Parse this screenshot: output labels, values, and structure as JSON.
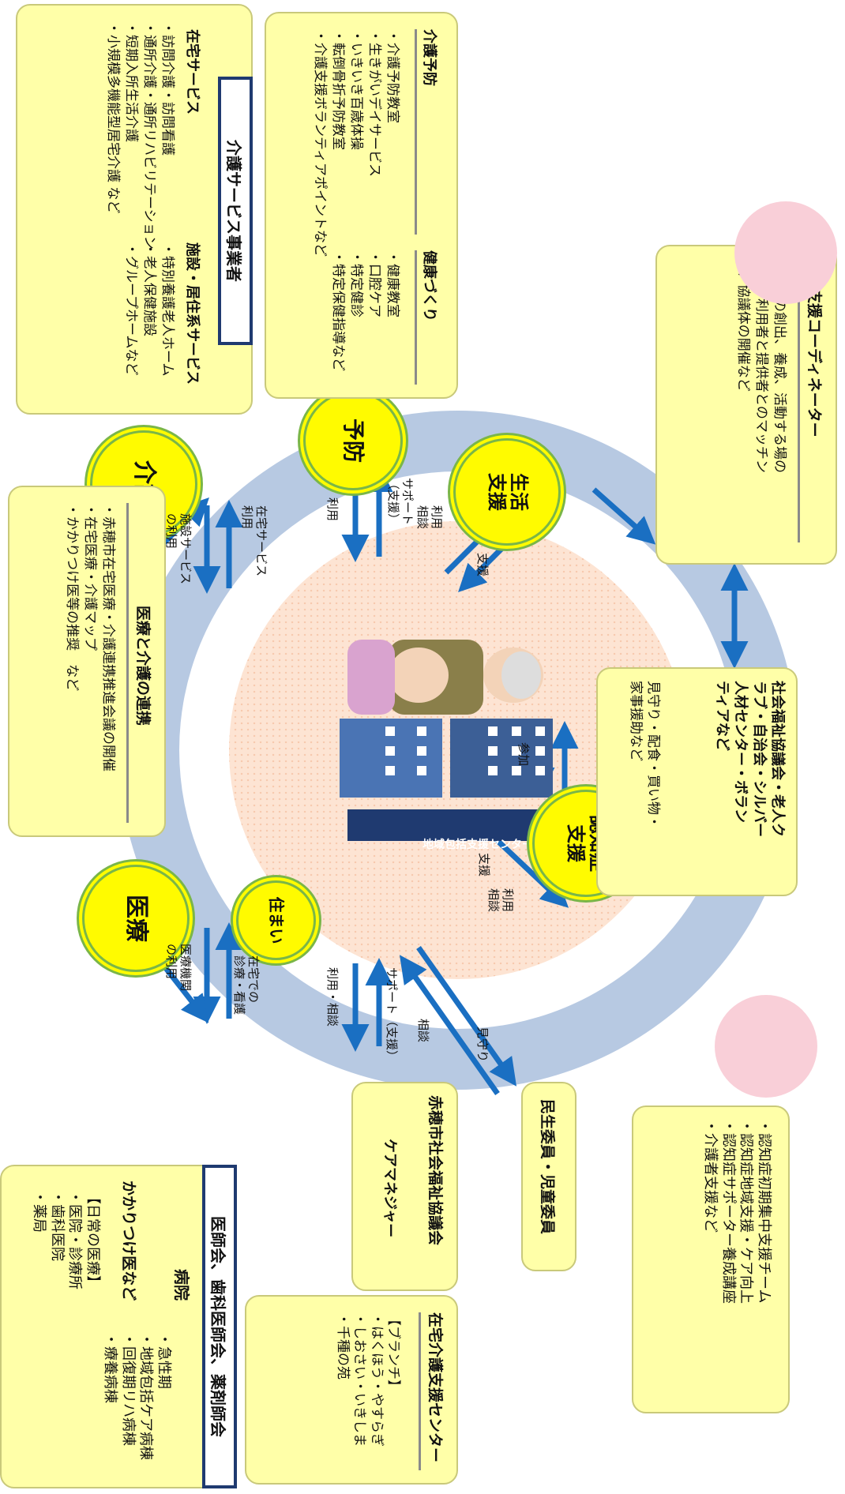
{
  "medical": {
    "title": "医師会、歯科医師会、薬剤師会",
    "hospital_heading": "病院",
    "hospital_items": [
      "・急性期",
      "・地域包括ケア病棟",
      "・回復期リハ病棟",
      "・療養病棟"
    ],
    "family_heading": "かかりつけ医など",
    "family_items": [
      "【日常の医療】",
      "・医院・診療所",
      "・歯科医院",
      "・薬局"
    ]
  },
  "home_support": {
    "title": "在宅介護支援センター",
    "items": [
      "【ブランチ】",
      "・はくほう・やすらぎ",
      "・しおさい・いきしま",
      "・千種の苑"
    ]
  },
  "shakyo": {
    "title": "赤穂市社会福祉協議会",
    "care_manager": "ケアマネジャー"
  },
  "minsei": {
    "title": "民生委員・児童委員"
  },
  "dementia_box": {
    "items": [
      "・認知症初期集中支援チーム",
      "・認知症地域支援・ケア向上",
      "・認知症サポーター養成講座",
      "・介護者支援など"
    ]
  },
  "social_box": {
    "title_lines": [
      "社会福祉協議会・老人ク",
      "ラブ・自治会・シルバー",
      "人材センター・ボラン",
      "ティアなど"
    ],
    "items": [
      "見守り・配食・買い物・",
      "家事援助など"
    ]
  },
  "coordinator": {
    "title": "生活支援コーディネーター",
    "items": [
      "担い手の創出、養成、活動する場の",
      "確保や利用者と提供者とのマッチン",
      "グ、協議体の開催など"
    ]
  },
  "renkei": {
    "title": "医療と介護の連携",
    "items": [
      "・赤穂市在宅医療・介護連携推進会議の開催",
      "・在宅医療・介護マップ",
      "・かかりつけ医等の推奨　など"
    ]
  },
  "kaigo_service": {
    "title": "介護サービス事業者",
    "facility_heading": "施設・居住系サービス",
    "facility_items": [
      "・特別養護老人ホーム",
      "・老人保健施設",
      "・グループホームなど"
    ],
    "home_heading": "在宅サービス",
    "home_items": [
      "・訪問介護・訪問看護",
      "・通所介護・通所リハビリテーション",
      "・短期入所生活介護",
      "・小規模多機能型居宅介護 など"
    ]
  },
  "prevention_box": {
    "health_heading": "健康づくり",
    "health_items": [
      "・健康教室",
      "・口腔ケア",
      "・特定健診",
      "・特定保健指導など"
    ],
    "kaigo_heading": "介護予防",
    "kaigo_items": [
      "・介護予防教室",
      "・生きがいデイサービス",
      "・いきいき百歳体操",
      "・転倒骨折予防教室",
      "・介護支援ボランティアポイントなど"
    ]
  },
  "center": {
    "label": "地域包括支援センター"
  },
  "nodes": {
    "iryo": "医療",
    "kaigo": "介護",
    "yobou": "予防",
    "seikatsu": [
      "生活",
      "支援"
    ],
    "ninchi": [
      "認知症",
      "支援"
    ],
    "sumai": "住まい"
  },
  "arrow_labels": {
    "iryo_use": [
      "医療機関",
      "の利用"
    ],
    "home_care": [
      "在宅での",
      "診療・看護"
    ],
    "facility_use": [
      "施設サービス",
      "の利用"
    ],
    "home_service_use": [
      "在宅サービス",
      "利用"
    ],
    "yobou_use": "利用",
    "support": [
      "サポート",
      "（支援）"
    ],
    "use_consult": [
      "利用",
      "相談"
    ],
    "shien": "支援",
    "sanka": [
      "参",
      "加"
    ],
    "service_use": [
      "サ",
      "ー",
      "ビ",
      "ス",
      "利",
      "用"
    ],
    "shien2": "支援",
    "use_consult2": [
      "利用",
      "相談"
    ],
    "riyou_soudan": "利用・相談",
    "support_long": "サポート（支援）",
    "soudan": "相談",
    "mimamori": "見守り"
  },
  "colors": {
    "box_fill": "#ffffa8",
    "ring": "#b7c9e2",
    "center_fill": "#fde4d3",
    "node_fill": "#fffb00",
    "node_border": "#7ab648",
    "arrow": "#1a6fc2",
    "title_border": "#1f3a70"
  }
}
